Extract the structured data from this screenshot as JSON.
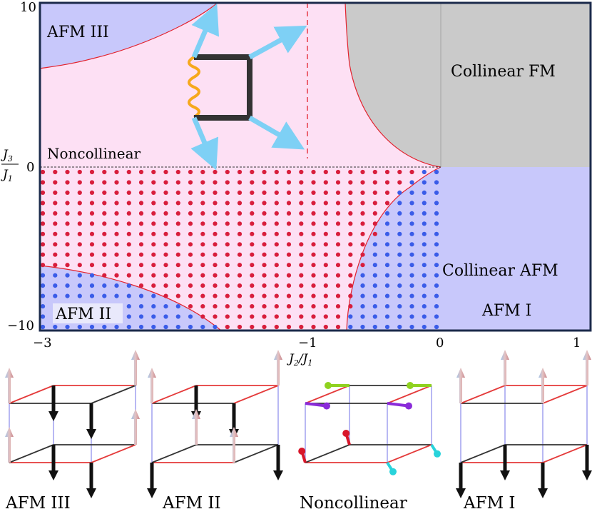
{
  "phase_diagram": {
    "x_axis": {
      "label": "J2/J1",
      "min": -3,
      "max": 1,
      "tick_labels": [
        "−3",
        "−1",
        "0",
        "1"
      ]
    },
    "y_axis": {
      "label": "J3/J1",
      "min": -10,
      "max": 10,
      "tick_labels": [
        "10",
        "0",
        "−10"
      ]
    },
    "regions": {
      "afm3": "AFM III",
      "noncollinear": "Noncollinear",
      "collinear_fm": "Collinear FM",
      "collinear_afm": "Collinear AFM",
      "afm1": "AFM I",
      "afm2": "AFM II"
    },
    "colors": {
      "noncollinear_fill": "#fde0f4",
      "afm_fill": "#c8c8fb",
      "fm_fill": "#cacaca",
      "boundary": "#e3212c",
      "red_dot": "#d81e3c",
      "blue_dot": "#3a5ce8",
      "frame": "#1b2a4b",
      "spin_arrow": "#7ed0f5",
      "bond": "#333333",
      "spring": "#f6a81c"
    }
  },
  "structures": {
    "labels": [
      "AFM III",
      "AFM II",
      "Noncollinear",
      "AFM I"
    ],
    "colors": {
      "edge_red": "#e43a3a",
      "edge_black": "#333333",
      "edge_vertical": "#a7a7f0",
      "spin_up": "#d9a8a8",
      "spin_down": "#111111",
      "green": "#8fd21f",
      "purple": "#8a2bd9",
      "red": "#d8162a",
      "cyan": "#28d3db"
    }
  }
}
